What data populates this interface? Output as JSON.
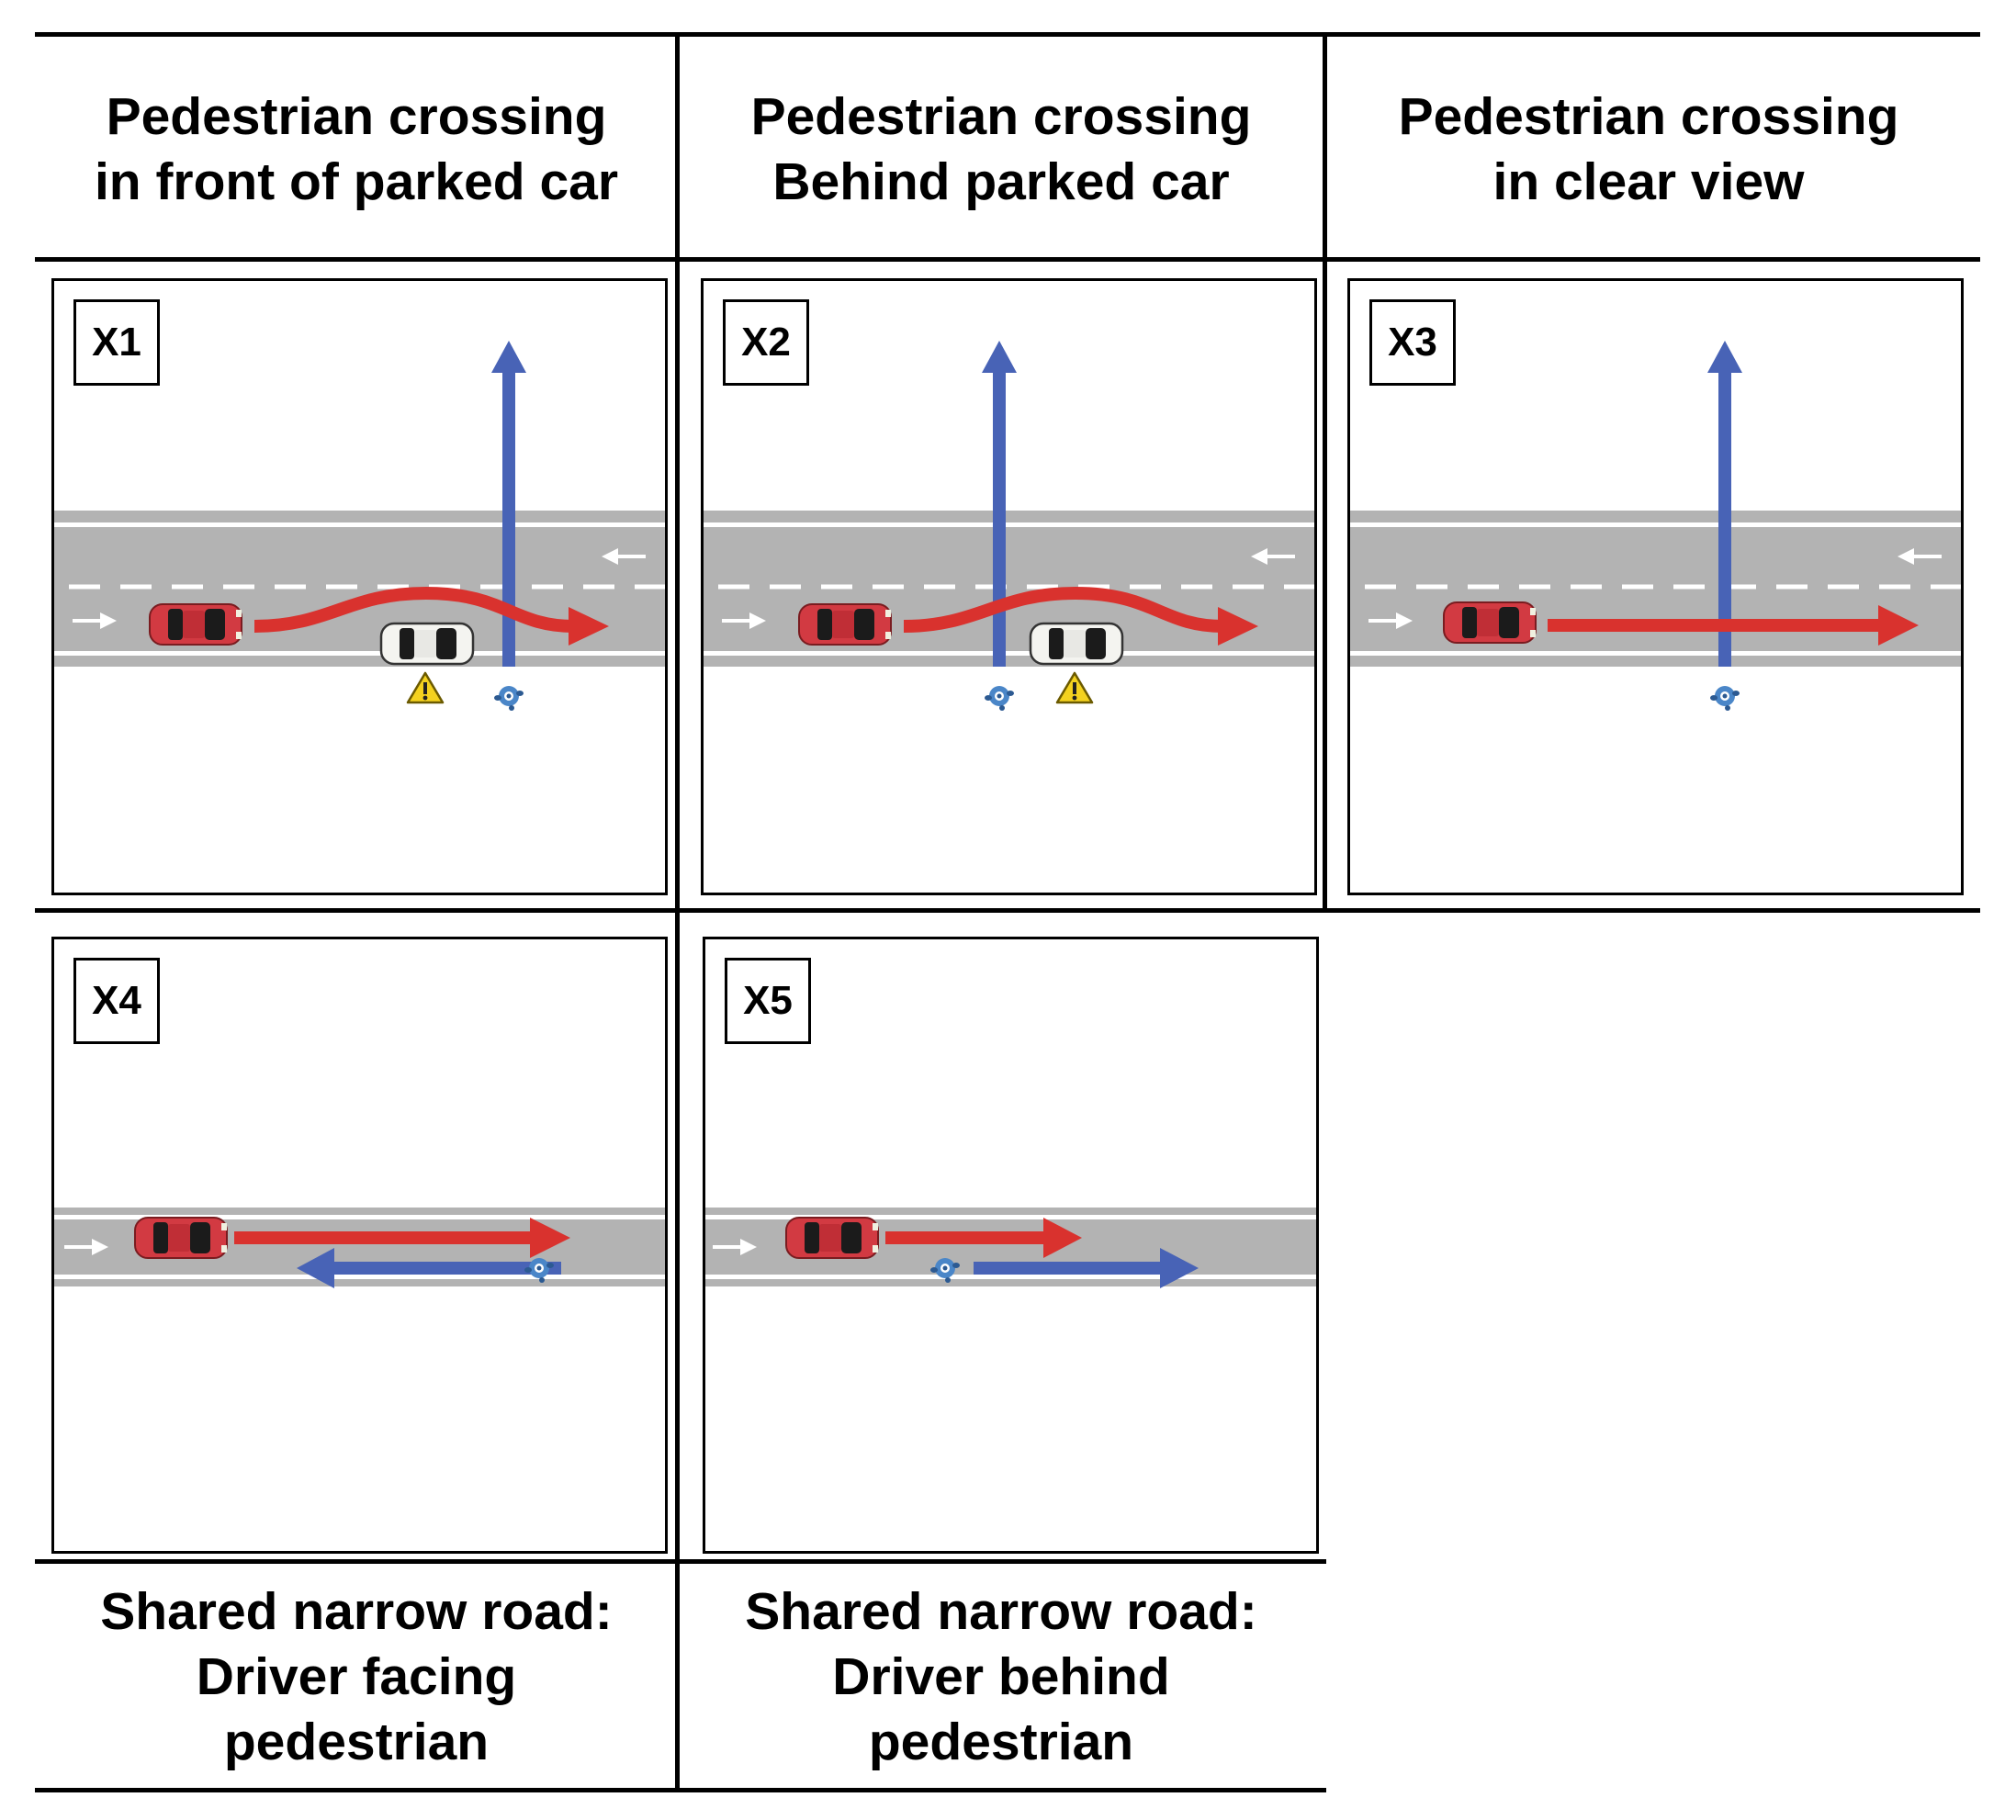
{
  "colors": {
    "road": "#b3b3b3",
    "car_red": "#d23a42",
    "car_white": "#f4f4f0",
    "path_red": "#d9322e",
    "path_blue": "#4863b6",
    "pedestrian": "#4a86c8",
    "warning": "#f4d21f"
  },
  "headers": {
    "col1": [
      "Pedestrian crossing",
      "in front of parked car"
    ],
    "col2": [
      "Pedestrian crossing",
      "Behind parked car"
    ],
    "col3": [
      "Pedestrian crossing",
      "in clear view"
    ]
  },
  "footers": {
    "col1": [
      "Shared narrow road:",
      "Driver facing",
      "pedestrian"
    ],
    "col2": [
      "Shared narrow road:",
      "Driver behind",
      "pedestrian"
    ]
  },
  "panels": [
    {
      "id": "X1",
      "scenario": "crossing-front-of-parked-car",
      "icons": [
        "red-car-icon",
        "parked-white-car-icon",
        "warning-icon",
        "pedestrian-icon"
      ]
    },
    {
      "id": "X2",
      "scenario": "crossing-behind-parked-car",
      "icons": [
        "red-car-icon",
        "parked-white-car-icon",
        "warning-icon",
        "pedestrian-icon"
      ]
    },
    {
      "id": "X3",
      "scenario": "crossing-clear-view",
      "icons": [
        "red-car-icon",
        "pedestrian-icon"
      ]
    },
    {
      "id": "X4",
      "scenario": "shared-road-facing",
      "icons": [
        "red-car-icon",
        "pedestrian-icon"
      ]
    },
    {
      "id": "X5",
      "scenario": "shared-road-behind",
      "icons": [
        "red-car-icon",
        "pedestrian-icon"
      ]
    }
  ]
}
